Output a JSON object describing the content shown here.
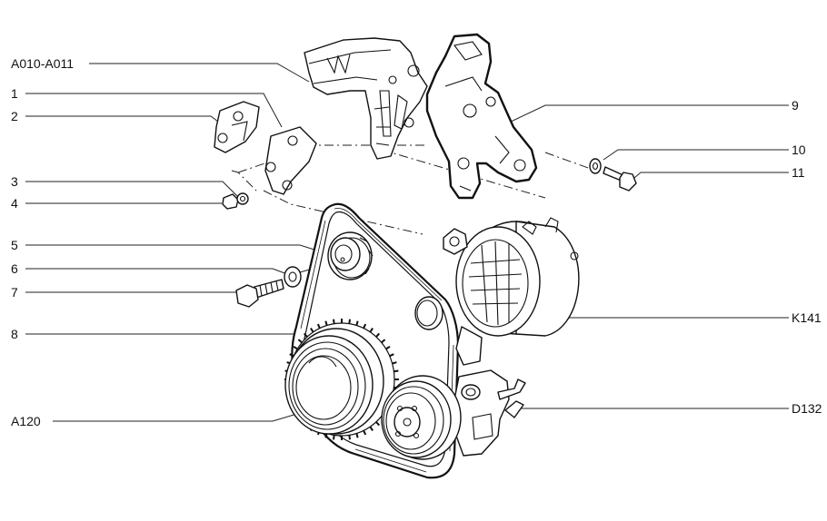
{
  "labels": {
    "a010_a011": "A010-A011",
    "n1": "1",
    "n2": "2",
    "n3": "3",
    "n4": "4",
    "n5": "5",
    "n6": "6",
    "n7": "7",
    "n8": "8",
    "a120": "A120",
    "n9": "9",
    "n10": "10",
    "n11": "11",
    "k141": "K141",
    "d132": "D132"
  }
}
